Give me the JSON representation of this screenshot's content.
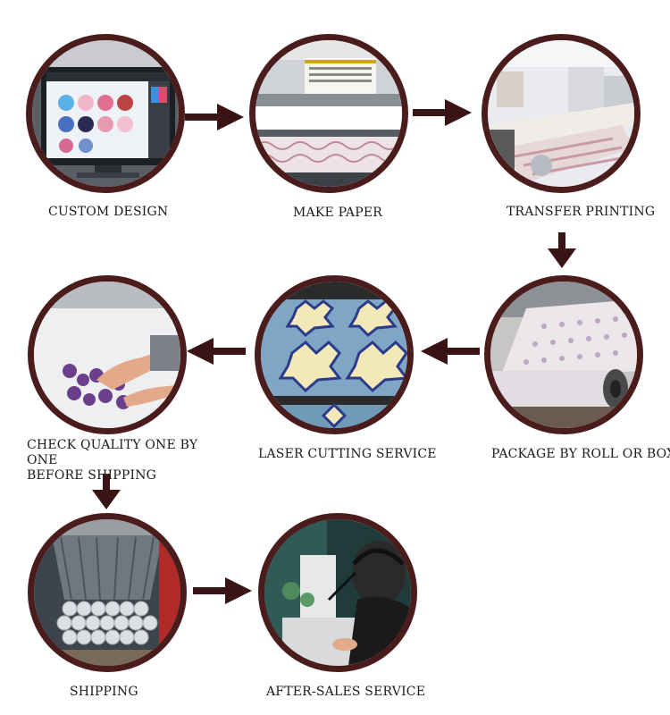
{
  "steps": [
    {
      "id": "custom-design",
      "label": "CUSTOM DESIGN"
    },
    {
      "id": "make-paper",
      "label": "MAKE PAPER"
    },
    {
      "id": "transfer-printing",
      "label": "TRANSFER PRINTING"
    },
    {
      "id": "package",
      "label": "PACKAGE BY ROLL OR BOX"
    },
    {
      "id": "laser-cutting",
      "label": "LASER CUTTING SERVICE"
    },
    {
      "id": "check-quality",
      "label_line1": "CHECK QUALITY ONE BY ONE",
      "label_line2": "BEFORE SHIPPING"
    },
    {
      "id": "shipping",
      "label": "SHIPPING"
    },
    {
      "id": "after-sales",
      "label": "AFTER-SALES SERVICE"
    }
  ],
  "colors": {
    "ring": "#4a1c1c",
    "arrow": "#3a1414",
    "text": "#1a1a1a"
  }
}
